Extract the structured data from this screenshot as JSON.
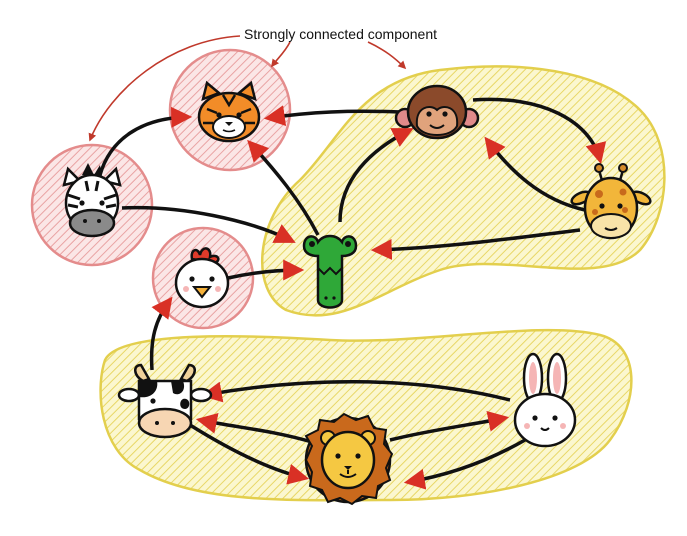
{
  "annotation": {
    "label": "Strongly connected component"
  },
  "colors": {
    "background": "#ffffff",
    "scc_multi_fill": "#f4eea0",
    "scc_multi_stroke": "#e3cf4d",
    "scc_single_fill": "#f2c8c8",
    "scc_single_stroke": "#e48c8c",
    "arrow": "#111111",
    "arrowhead": "#d93025",
    "callout": "#c0392b"
  },
  "nodes": [
    {
      "id": "tiger",
      "icon": "tiger-face-icon"
    },
    {
      "id": "monkey",
      "icon": "monkey-face-icon"
    },
    {
      "id": "zebra",
      "icon": "zebra-face-icon"
    },
    {
      "id": "giraffe",
      "icon": "giraffe-face-icon"
    },
    {
      "id": "crocodile",
      "icon": "crocodile-icon"
    },
    {
      "id": "chicken",
      "icon": "chicken-face-icon"
    },
    {
      "id": "cow",
      "icon": "cow-face-icon"
    },
    {
      "id": "lion",
      "icon": "lion-face-icon"
    },
    {
      "id": "rabbit",
      "icon": "rabbit-face-icon"
    }
  ],
  "edges": [
    {
      "from": "zebra",
      "to": "tiger"
    },
    {
      "from": "zebra",
      "to": "crocodile"
    },
    {
      "from": "monkey",
      "to": "tiger"
    },
    {
      "from": "monkey",
      "to": "giraffe"
    },
    {
      "from": "giraffe",
      "to": "monkey"
    },
    {
      "from": "giraffe",
      "to": "crocodile"
    },
    {
      "from": "crocodile",
      "to": "monkey"
    },
    {
      "from": "crocodile",
      "to": "tiger"
    },
    {
      "from": "chicken",
      "to": "crocodile"
    },
    {
      "from": "cow",
      "to": "chicken"
    },
    {
      "from": "cow",
      "to": "lion"
    },
    {
      "from": "lion",
      "to": "cow"
    },
    {
      "from": "lion",
      "to": "rabbit"
    },
    {
      "from": "rabbit",
      "to": "lion"
    },
    {
      "from": "rabbit",
      "to": "cow"
    }
  ],
  "components": [
    {
      "id": "scc-zebra",
      "members": [
        "zebra"
      ]
    },
    {
      "id": "scc-tiger",
      "members": [
        "tiger"
      ]
    },
    {
      "id": "scc-chicken",
      "members": [
        "chicken"
      ]
    },
    {
      "id": "scc-monkey-giraffe-crocodile",
      "members": [
        "monkey",
        "giraffe",
        "crocodile"
      ]
    },
    {
      "id": "scc-cow-lion-rabbit",
      "members": [
        "cow",
        "lion",
        "rabbit"
      ]
    }
  ]
}
